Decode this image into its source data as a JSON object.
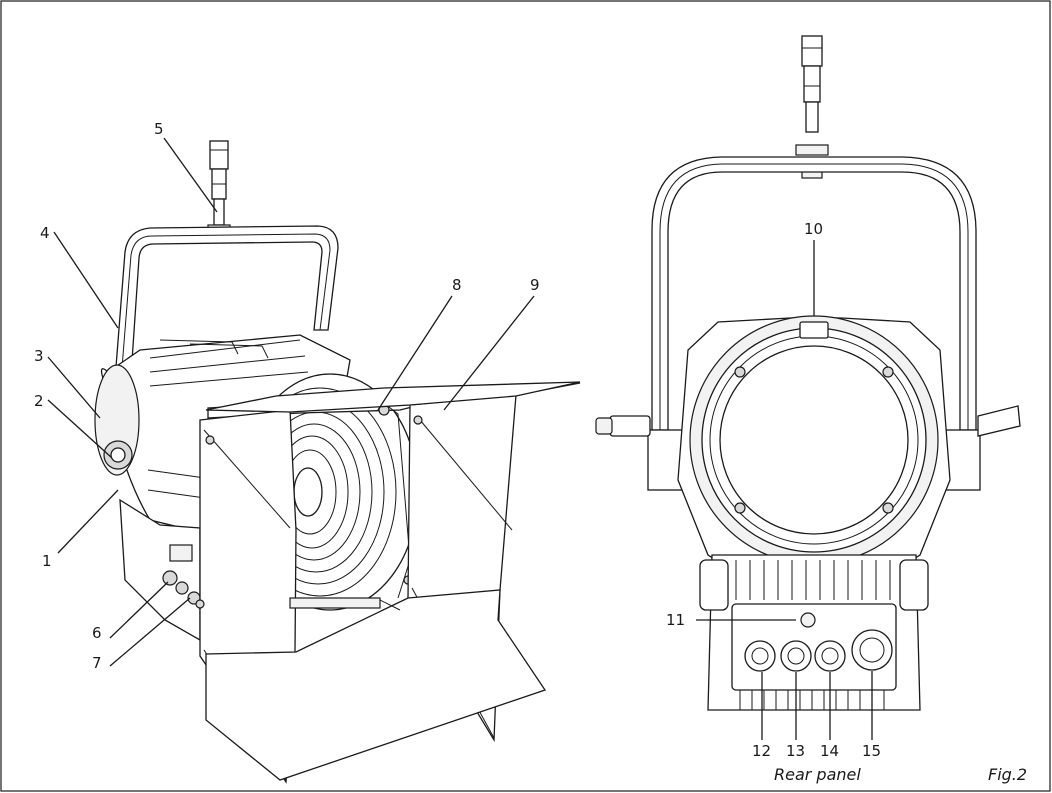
{
  "figure": {
    "caption": "Fig.2",
    "rear_panel_label": "Rear panel"
  },
  "callouts": [
    {
      "id": "c1",
      "label": "1"
    },
    {
      "id": "c2",
      "label": "2"
    },
    {
      "id": "c3",
      "label": "3"
    },
    {
      "id": "c4",
      "label": "4"
    },
    {
      "id": "c5",
      "label": "5"
    },
    {
      "id": "c6",
      "label": "6"
    },
    {
      "id": "c7",
      "label": "7"
    },
    {
      "id": "c8",
      "label": "8"
    },
    {
      "id": "c9",
      "label": "9"
    },
    {
      "id": "c10",
      "label": "10"
    },
    {
      "id": "c11",
      "label": "11"
    },
    {
      "id": "c12",
      "label": "12"
    },
    {
      "id": "c13",
      "label": "13"
    },
    {
      "id": "c14",
      "label": "14"
    },
    {
      "id": "c15",
      "label": "15"
    }
  ],
  "colors": {
    "line": "#1a1a1a",
    "background": "#ffffff"
  }
}
